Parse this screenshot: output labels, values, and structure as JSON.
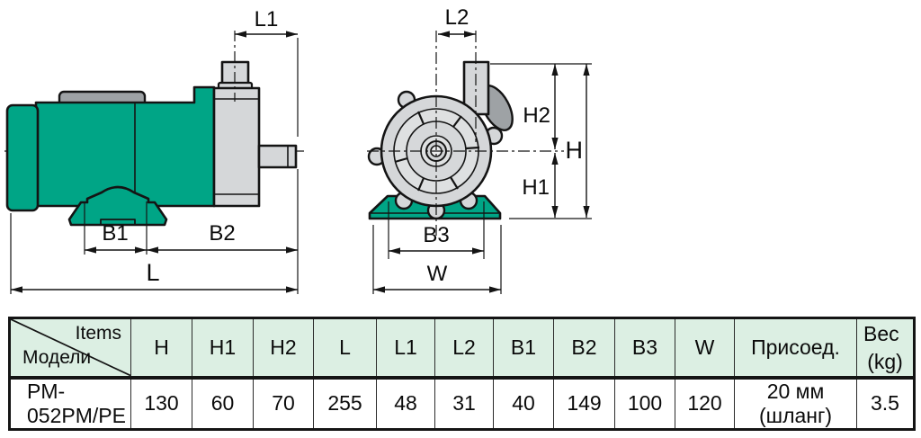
{
  "colors": {
    "pump_green": "#00A586",
    "casing_gray": "#D5D7D9",
    "detail_gray": "#9EA2A5",
    "outline": "#141414",
    "table_header_bg": "#DCEFE3",
    "model_cell_bg": "#D9D9D9"
  },
  "dims": {
    "L1": "L1",
    "B1": "B1",
    "B2": "B2",
    "L": "L",
    "L2": "L2",
    "H2": "H2",
    "H": "H",
    "H1": "H1",
    "B3": "B3",
    "W": "W"
  },
  "table": {
    "corner_top": "Items",
    "corner_bottom": "Модели",
    "columns": [
      "H",
      "H1",
      "H2",
      "L",
      "L1",
      "L2",
      "B1",
      "B2",
      "B3",
      "W"
    ],
    "connection_header": "Присоед.",
    "weight_header": "Вес",
    "weight_unit": "(kg)",
    "row": {
      "model": "PM-052PM/PE",
      "values": [
        "130",
        "60",
        "70",
        "255",
        "48",
        "31",
        "40",
        "149",
        "100",
        "120"
      ],
      "connection": "20 мм (шланг)",
      "weight": "3.5"
    }
  }
}
